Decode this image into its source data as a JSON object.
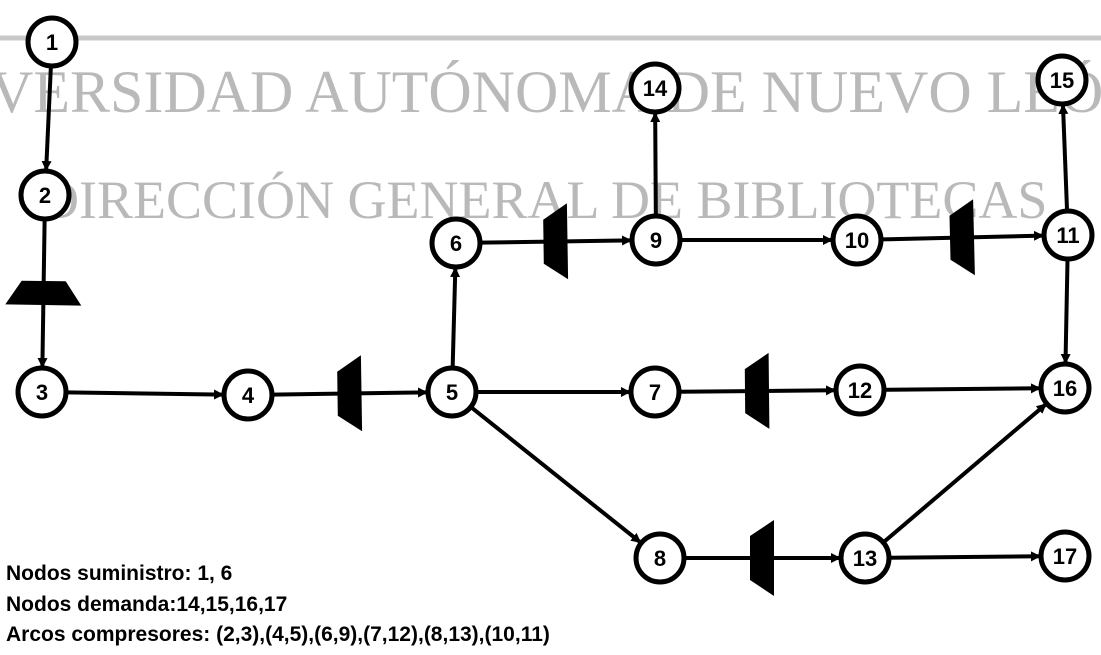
{
  "watermark": {
    "line1": "VERSIDAD AUTÓNOMA DE NUEVO LEÓN",
    "line2": "DIRECCIÓN GENERAL DE BIBLIOTECAS",
    "color": "#b9b9b9"
  },
  "nodes": [
    "1",
    "2",
    "3",
    "4",
    "5",
    "6",
    "7",
    "8",
    "9",
    "10",
    "11",
    "12",
    "13",
    "14",
    "15",
    "16",
    "17"
  ],
  "edges": [
    [
      "1",
      "2"
    ],
    [
      "2",
      "3"
    ],
    [
      "3",
      "4"
    ],
    [
      "4",
      "5"
    ],
    [
      "5",
      "6"
    ],
    [
      "5",
      "7"
    ],
    [
      "5",
      "8"
    ],
    [
      "6",
      "9"
    ],
    [
      "9",
      "14"
    ],
    [
      "9",
      "10"
    ],
    [
      "10",
      "11"
    ],
    [
      "11",
      "15"
    ],
    [
      "11",
      "16"
    ],
    [
      "7",
      "12"
    ],
    [
      "12",
      "16"
    ],
    [
      "8",
      "13"
    ],
    [
      "13",
      "16"
    ],
    [
      "13",
      "17"
    ]
  ],
  "compressors": [
    [
      "2",
      "3"
    ],
    [
      "4",
      "5"
    ],
    [
      "6",
      "9"
    ],
    [
      "7",
      "12"
    ],
    [
      "8",
      "13"
    ],
    [
      "10",
      "11"
    ]
  ],
  "captions": {
    "supply": "Nodos suministro: 1, 6",
    "demand": "Nodos demanda:14,15,16,17",
    "compressors": "Arcos compresores: (2,3),(4,5),(6,9),(7,12),(8,13),(10,11)"
  }
}
